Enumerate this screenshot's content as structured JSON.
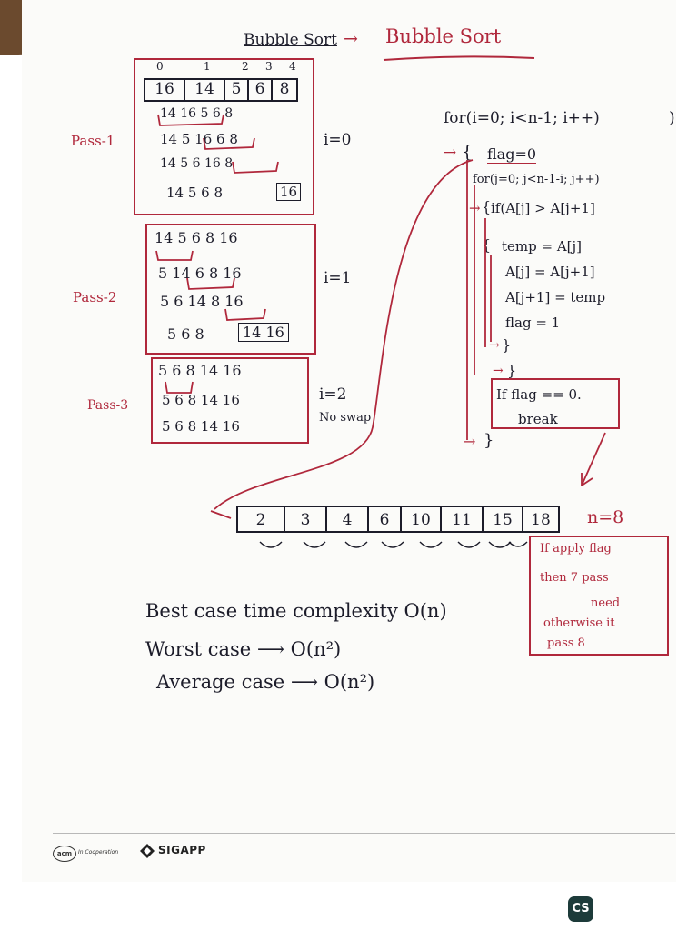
{
  "title": {
    "left": "Bubble Sort",
    "right": "Bubble Sort"
  },
  "array_indices": [
    "0",
    "1",
    "2",
    "3",
    "4"
  ],
  "initial_array": [
    "16",
    "14",
    "5",
    "6",
    "8"
  ],
  "passes": {
    "pass1": {
      "label": "Pass-1",
      "i_label": "i=0",
      "rows": [
        "14   16   5   6   8",
        "14   5   16   6   8",
        "14   5   6   16   8",
        "14   5   6   8"
      ],
      "boxed": "16"
    },
    "pass2": {
      "label": "Pass-2",
      "i_label": "i=1",
      "rows": [
        "14   5   6   8   16",
        "5   14   6   8   16",
        "5   6   14   8   16",
        "5   6   8"
      ],
      "boxed": "14   16"
    },
    "pass3": {
      "label": "Pass-3",
      "i_label": "i=2",
      "note": "No swap",
      "rows": [
        "5   6   8     14   16",
        "5   6   8     14   16",
        "5   6   8     14   16"
      ]
    }
  },
  "code": {
    "for_outer": "for(i=0; i<n-1; i++)",
    "flag_init": "flag=0",
    "for_inner": "for(j=0; j<n-1-i; j++)",
    "if_cond": "if(A[j] > A[j+1]",
    "temp": "temp = A[j]",
    "assign": "A[j] = A[j+1]",
    "assign2": "A[j+1] = temp",
    "flag_set": "flag = 1",
    "if_flag": "If flag == 0.",
    "break": "break",
    "brace_open1": "{",
    "brace_open2": "{",
    "brace_open3": "{",
    "brace_close1": "}",
    "brace_close2": "}",
    "brace_close3": "}",
    "trailing": ")"
  },
  "sorted_array": [
    "2",
    "3",
    "4",
    "6",
    "10",
    "11",
    "15",
    "18"
  ],
  "n_label": "n=8",
  "note_box": [
    "If apply flag",
    "then 7 pass",
    "need",
    "otherwise it",
    "pass 8"
  ],
  "complexity": {
    "best": "Best case time complexity   O(n)",
    "worst": "Worst  case   ⟶   O(n²)",
    "average": "Average  case  ⟶  O(n²)"
  },
  "footer": {
    "acm": "acm",
    "acm_tag": "In Cooperation",
    "sig": "SIGAPP"
  },
  "badge": "CS",
  "colors": {
    "ink": "#1c1c2a",
    "red": "#b0283c",
    "paper": "#fbfbf9"
  }
}
